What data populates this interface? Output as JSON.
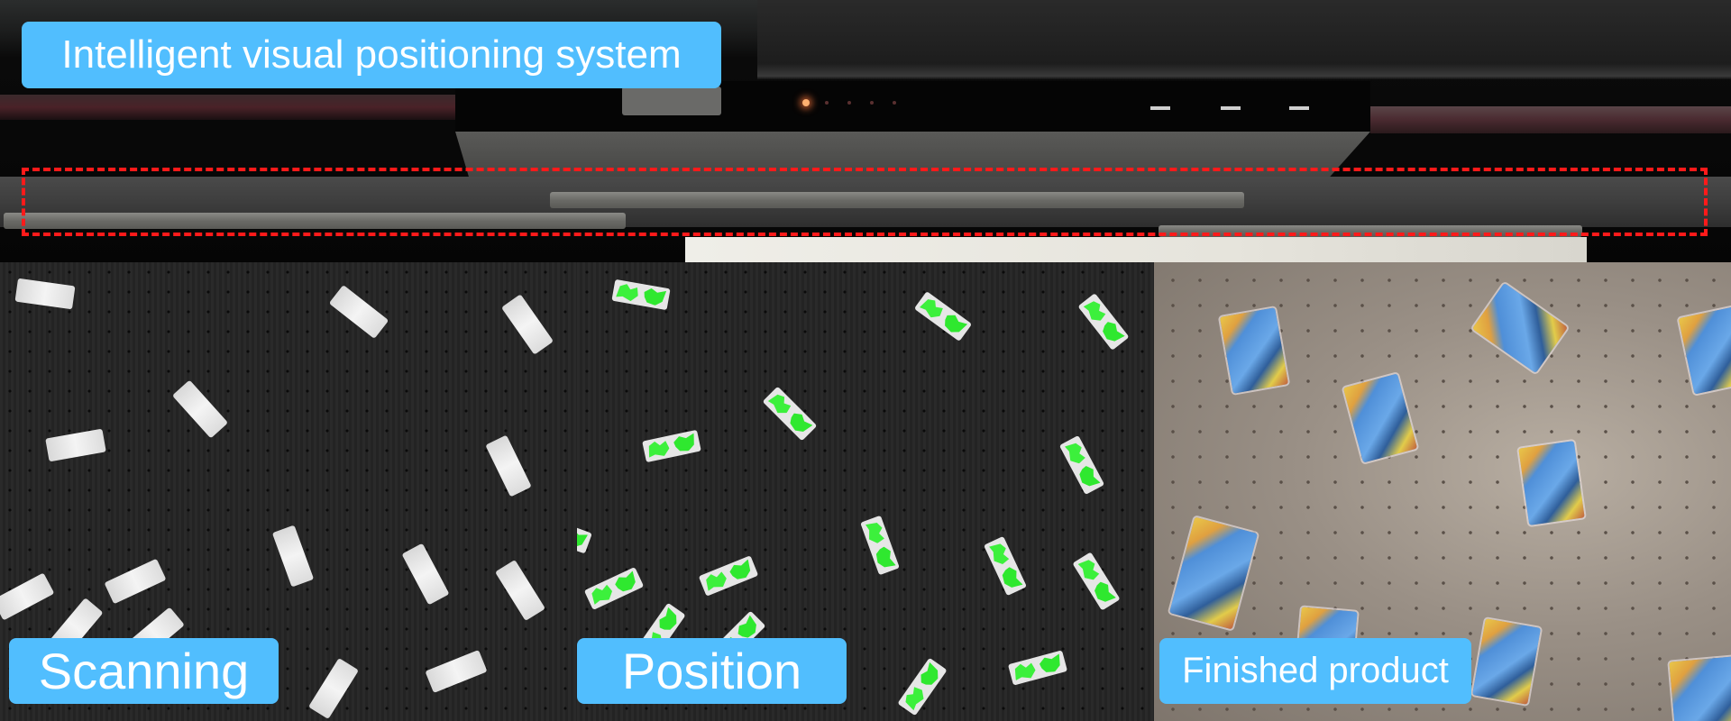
{
  "header": {
    "title": "Intelligent visual positioning system"
  },
  "highlight": {
    "description": "printhead / scanning camera rail region",
    "border_color": "#ff1a1a",
    "style": "dashed"
  },
  "panels": [
    {
      "id": "scanning",
      "label": "Scanning",
      "background": "dark conveyor bed",
      "item_count": 16
    },
    {
      "id": "position",
      "label": "Position",
      "background": "dark conveyor bed with green recognition overlay",
      "item_count": 18
    },
    {
      "id": "finished",
      "label": "Finished product",
      "background": "printed cards on perforated platform",
      "item_count": 10
    }
  ],
  "colors": {
    "label_background": "#51befe",
    "label_text": "#ffffff",
    "recognition_overlay": "#3cf03c",
    "highlight_box": "#ff1a1a"
  }
}
